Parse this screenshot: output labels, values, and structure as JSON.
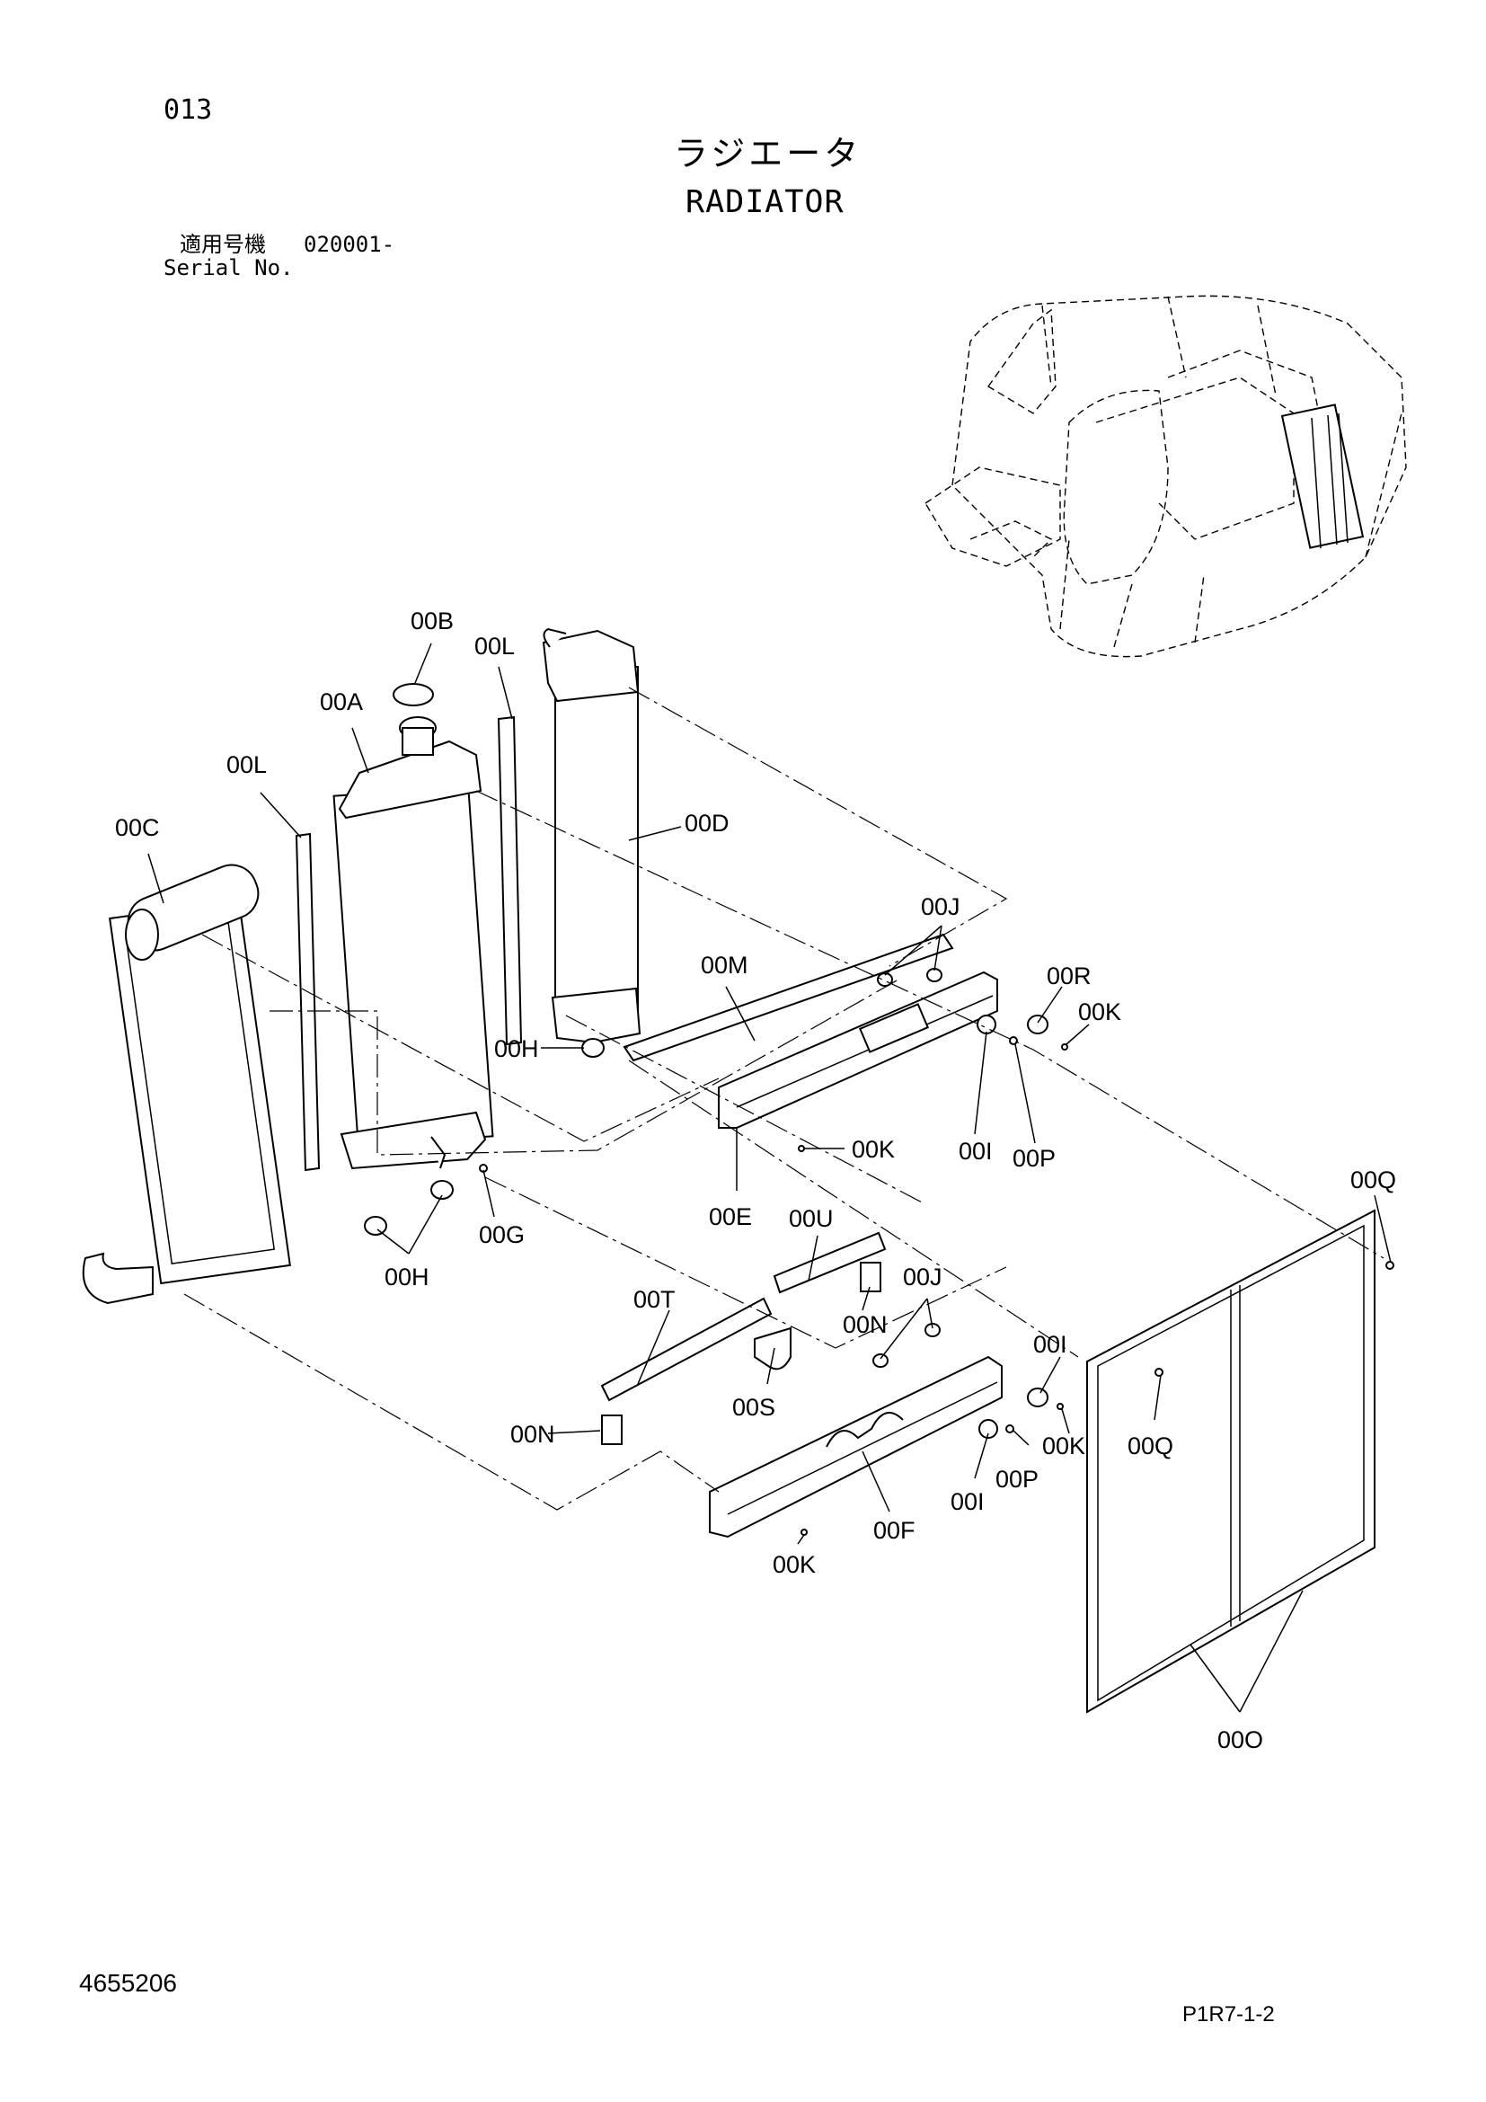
{
  "header": {
    "page_number": "013",
    "title_jp": "ラジエータ",
    "title_en": "RADIATOR",
    "serial_label_jp": "適用号機",
    "serial_value": "020001-",
    "serial_label_en": "Serial No."
  },
  "footer": {
    "document_number": "4655206",
    "page_reference": "P1R7-1-2"
  },
  "callouts": {
    "b": "00B",
    "l1": "00L",
    "a": "00A",
    "l2": "00L",
    "c": "00C",
    "d": "00D",
    "j1": "00J",
    "m": "00M",
    "r": "00R",
    "k1": "00K",
    "h1": "00H",
    "i1": "00I",
    "k2": "00K",
    "p1": "00P",
    "e": "00E",
    "g": "00G",
    "h2": "00H",
    "u": "00U",
    "q1": "00Q",
    "j2": "00J",
    "t": "00T",
    "n1": "00N",
    "i2": "00I",
    "s": "00S",
    "n2": "00N",
    "k3": "00K",
    "q2": "00Q",
    "p2": "00P",
    "i3": "00I",
    "f": "00F",
    "k4": "00K",
    "o": "00O"
  }
}
